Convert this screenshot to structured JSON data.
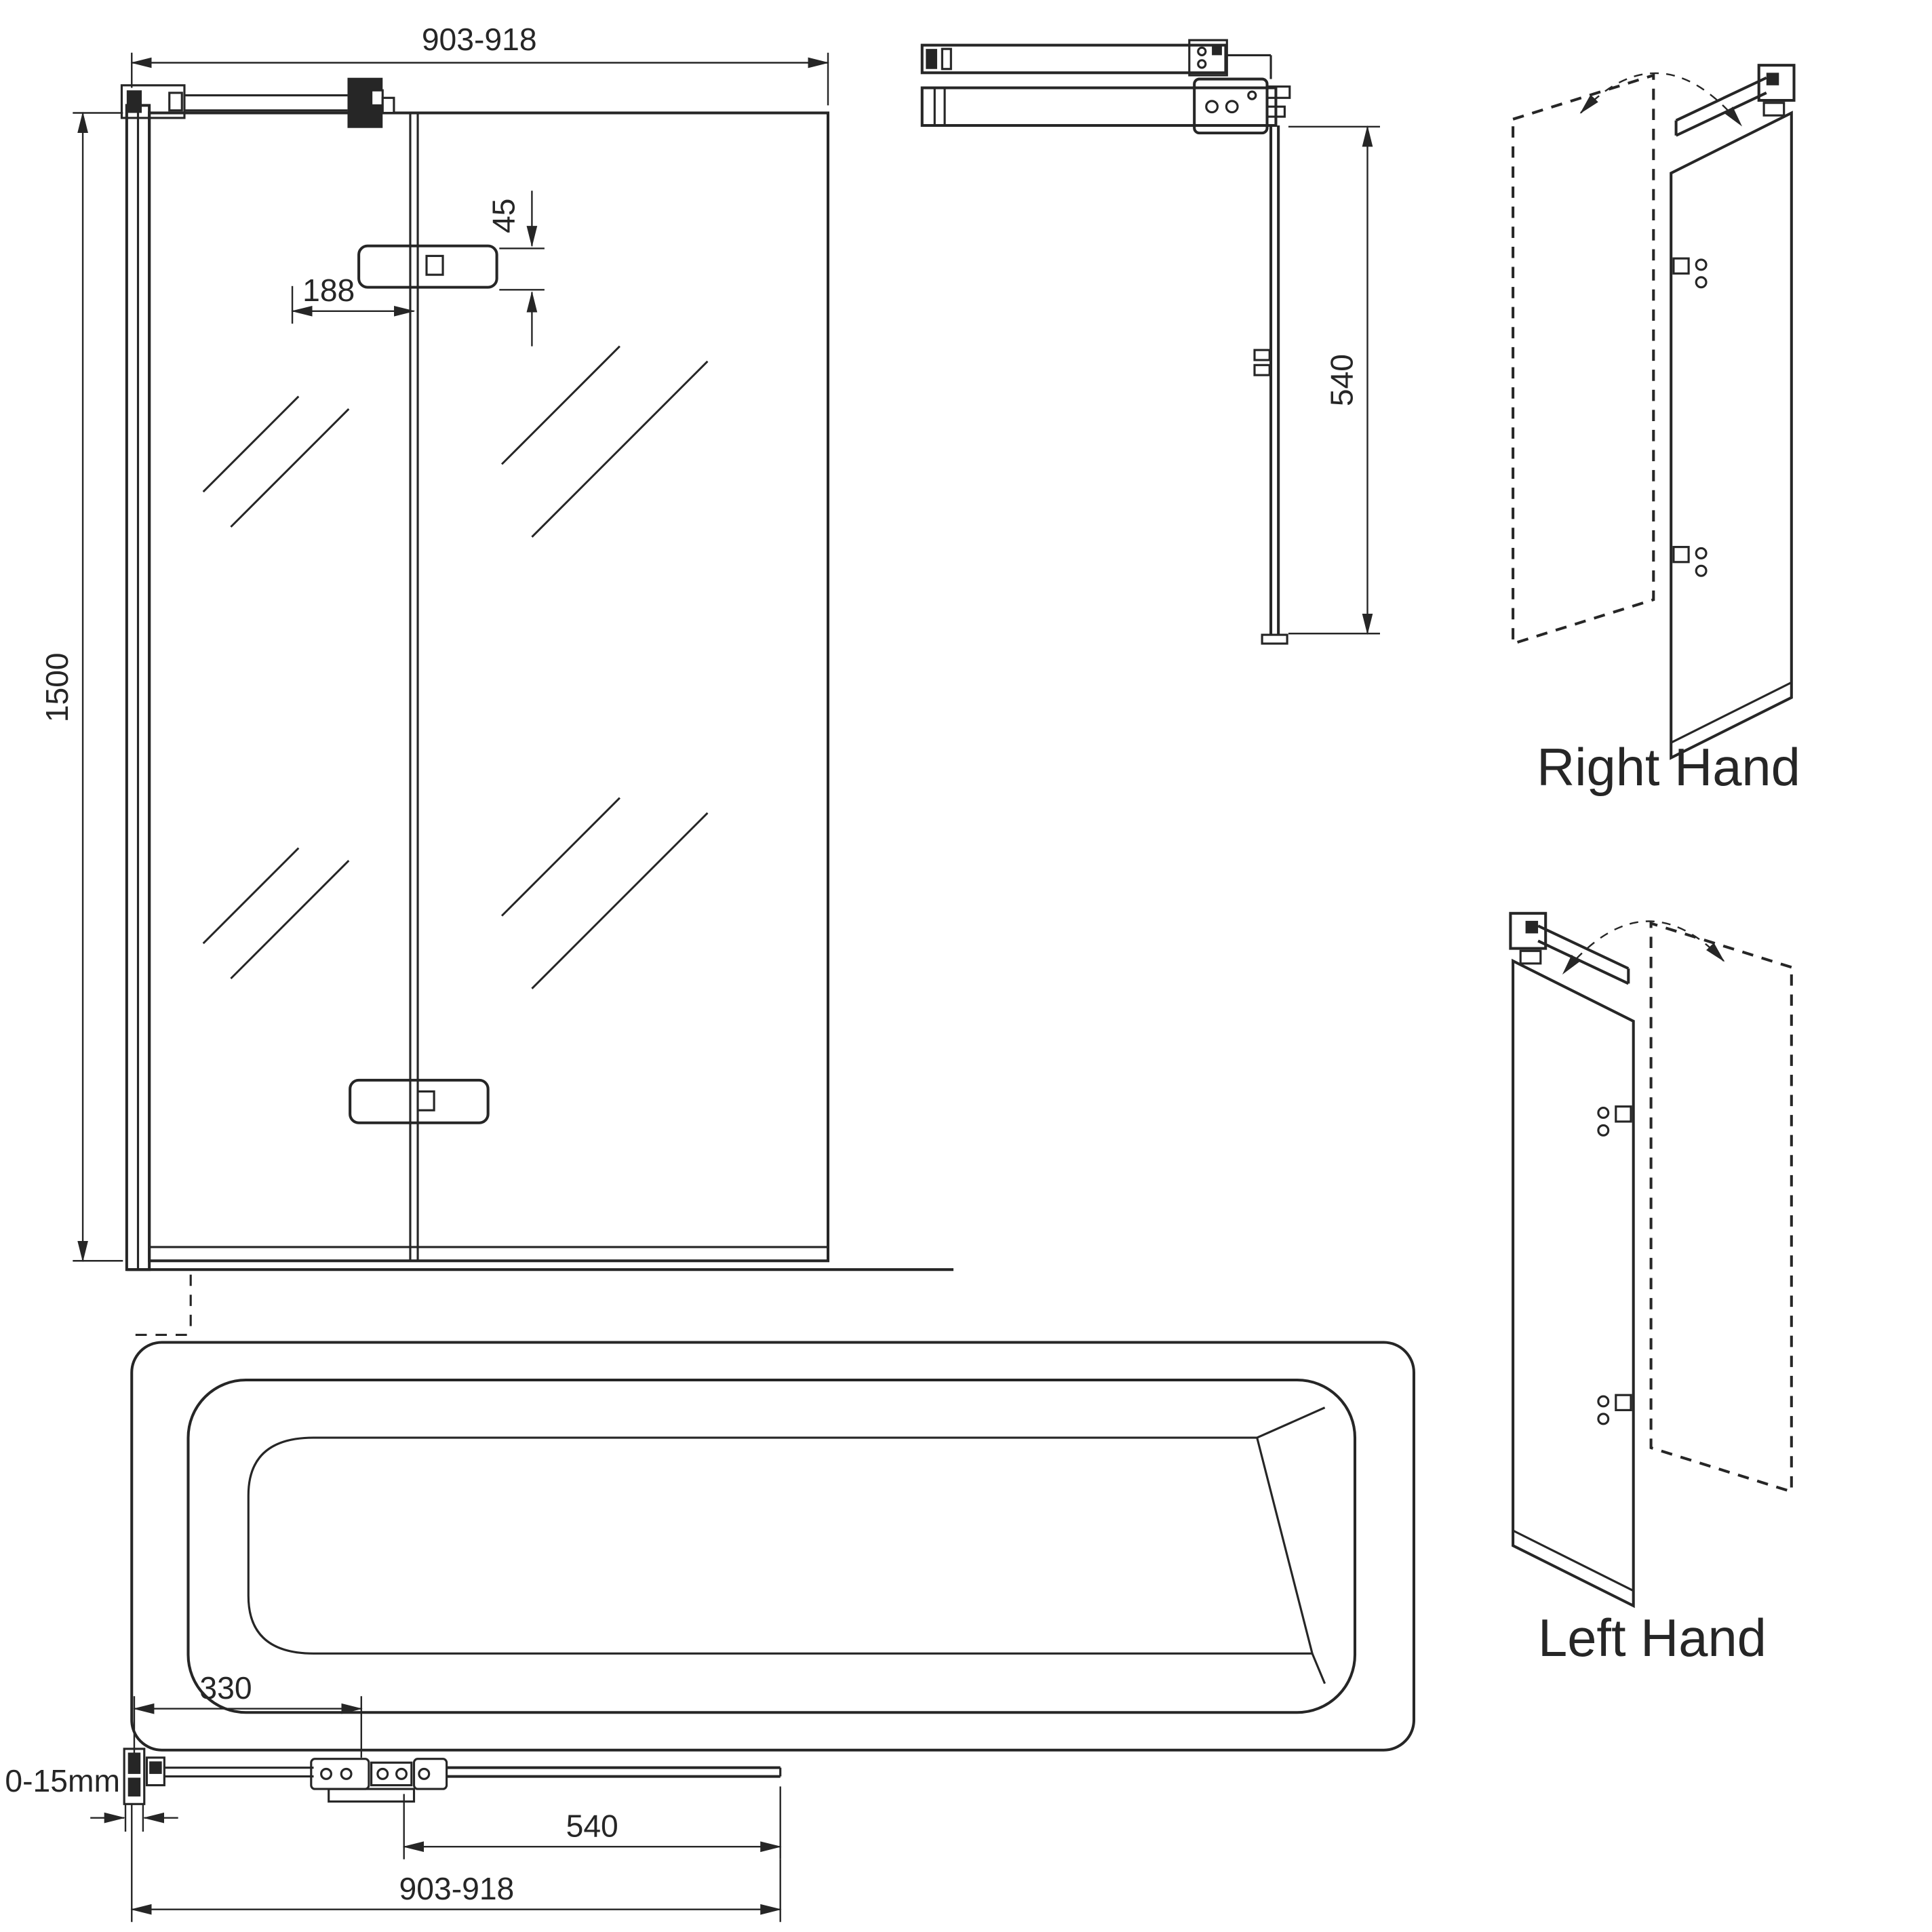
{
  "front_view": {
    "overall_width": "903-918",
    "height": "1500",
    "hinge_offset": "188",
    "hinge_height": "45"
  },
  "side_view": {
    "panel_depth": "540"
  },
  "orientation": {
    "right": "Right Hand",
    "left": "Left Hand"
  },
  "plan_view": {
    "hinged_panel_width": "330",
    "wall_gap": "0-15mm",
    "fixed_panel_width": "540",
    "overall_width": "903-918"
  },
  "colors": {
    "line": "#262626",
    "background": "#ffffff"
  }
}
